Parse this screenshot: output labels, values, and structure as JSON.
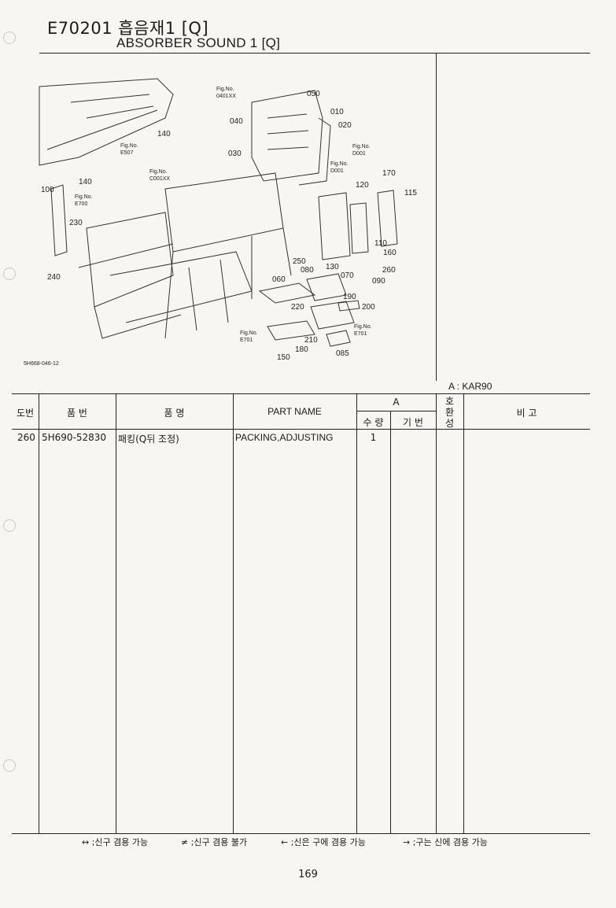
{
  "header": {
    "code_title": "E70201  흡음재1 [Q]",
    "english_title": "ABSORBER SOUND 1 [Q]"
  },
  "diagram": {
    "drawing_id": "5H668-046-12",
    "callouts": [
      "050",
      "010",
      "020",
      "040",
      "030",
      "140",
      "140",
      "100",
      "230",
      "240",
      "120",
      "170",
      "115",
      "110",
      "160",
      "260",
      "250",
      "130",
      "090",
      "060",
      "080",
      "070",
      "190",
      "200",
      "220",
      "210",
      "180",
      "150",
      "085"
    ],
    "figure_refs": [
      {
        "label": "Fig.No.",
        "ref": "0401XX"
      },
      {
        "label": "Fig.No.",
        "ref": "E507"
      },
      {
        "label": "Fig.No.",
        "ref": "C001XX"
      },
      {
        "label": "Fig.No.",
        "ref": "E700"
      },
      {
        "label": "Fig.No.",
        "ref": "D001"
      },
      {
        "label": "Fig.No.",
        "ref": "D001"
      },
      {
        "label": "Fig.No.",
        "ref": "E701"
      },
      {
        "label": "Fig.No.",
        "ref": "E701"
      }
    ]
  },
  "model_note": "A : KAR90",
  "table": {
    "headers": {
      "ref_no": "도번",
      "part_no": "품   번",
      "part_name_kr": "품        명",
      "part_name_en": "PART NAME",
      "group_a": "A",
      "qty": "수 량",
      "base": "기 번",
      "interchange": [
        "호",
        "환",
        "성"
      ],
      "remarks": "비        고"
    },
    "rows": [
      {
        "ref_no": "260",
        "part_no": "5H690-52830",
        "name_kr": "패킹(Q뒤 조정)",
        "name_en": "PACKING,ADJUSTING",
        "qty": "1",
        "base": "",
        "interchange": "",
        "remarks": ""
      }
    ]
  },
  "legend": [
    "↔ ;신구 겸용 가능",
    "≠ ;신구 겸용 불가",
    "← ;신은 구에 겸용 가능",
    "→ ;구는 신에 겸용 가능"
  ],
  "page_number": "169"
}
